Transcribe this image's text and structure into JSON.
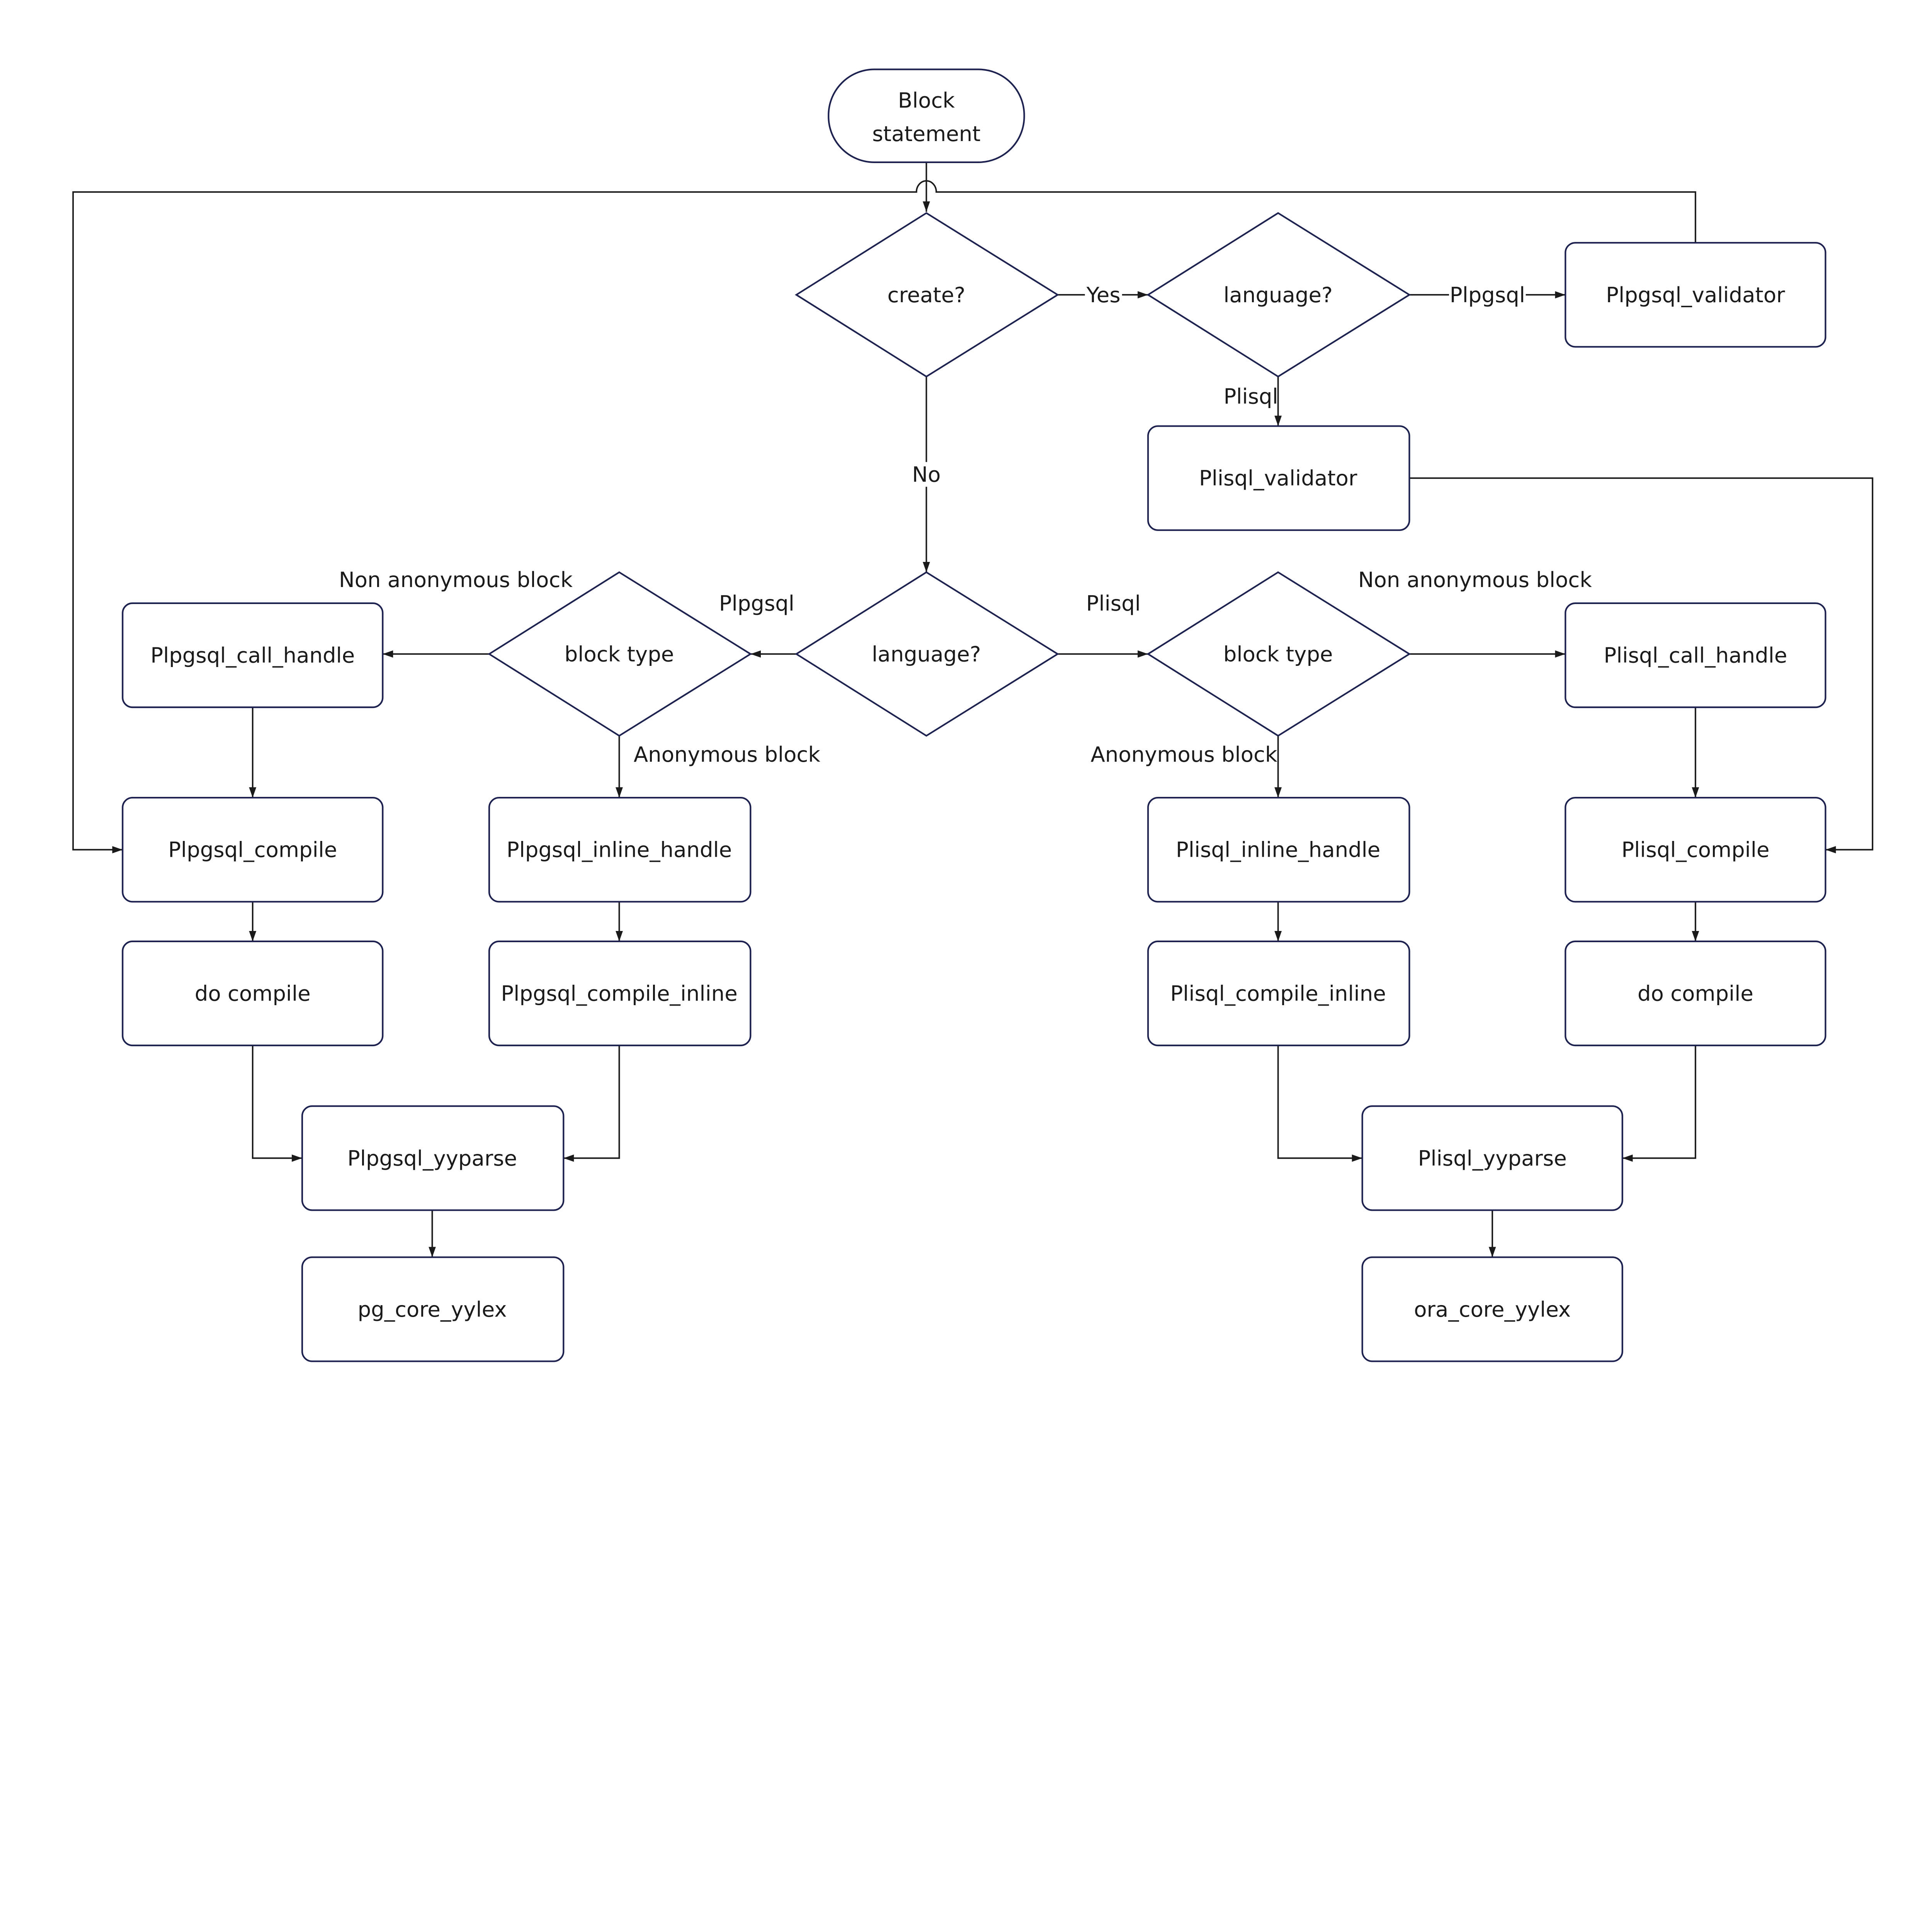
{
  "nodes": {
    "start_line1": "Block",
    "start_line2": "statement",
    "create": "create?",
    "language_top": "language?",
    "plpgsql_validator": "Plpgsql_validator",
    "plisql_validator": "Plisql_validator",
    "language_mid": "language?",
    "block_type_left": "block type",
    "block_type_right": "block type",
    "plpgsql_call_handle": "Plpgsql_call_handle",
    "plisql_call_handle": "Plisql_call_handle",
    "plpgsql_compile": "Plpgsql_compile",
    "plpgsql_inline_handle": "Plpgsql_inline_handle",
    "plisql_inline_handle": "Plisql_inline_handle",
    "plisql_compile": "Plisql_compile",
    "do_compile_left": "do compile",
    "plpgsql_compile_inline": "Plpgsql_compile_inline",
    "plisql_compile_inline": "Plisql_compile_inline",
    "do_compile_right": "do compile",
    "plpgsql_yyparse": "Plpgsql_yyparse",
    "plisql_yyparse": "Plisql_yyparse",
    "pg_core_yylex": "pg_core_yylex",
    "ora_core_yylex": "ora_core_yylex"
  },
  "edge_labels": {
    "yes": "Yes",
    "no": "No",
    "top_plpgsql": "Plpgsql",
    "top_plisql": "Plisql",
    "mid_plpgsql": "Plpgsql",
    "mid_plisql": "Plisql",
    "left_non_anon": "Non anonymous block",
    "left_anon": "Anonymous block",
    "right_non_anon": "Non anonymous block",
    "right_anon": "Anonymous block"
  },
  "colors": {
    "node_stroke": "#1c2150",
    "line": "#1a1a1a"
  }
}
